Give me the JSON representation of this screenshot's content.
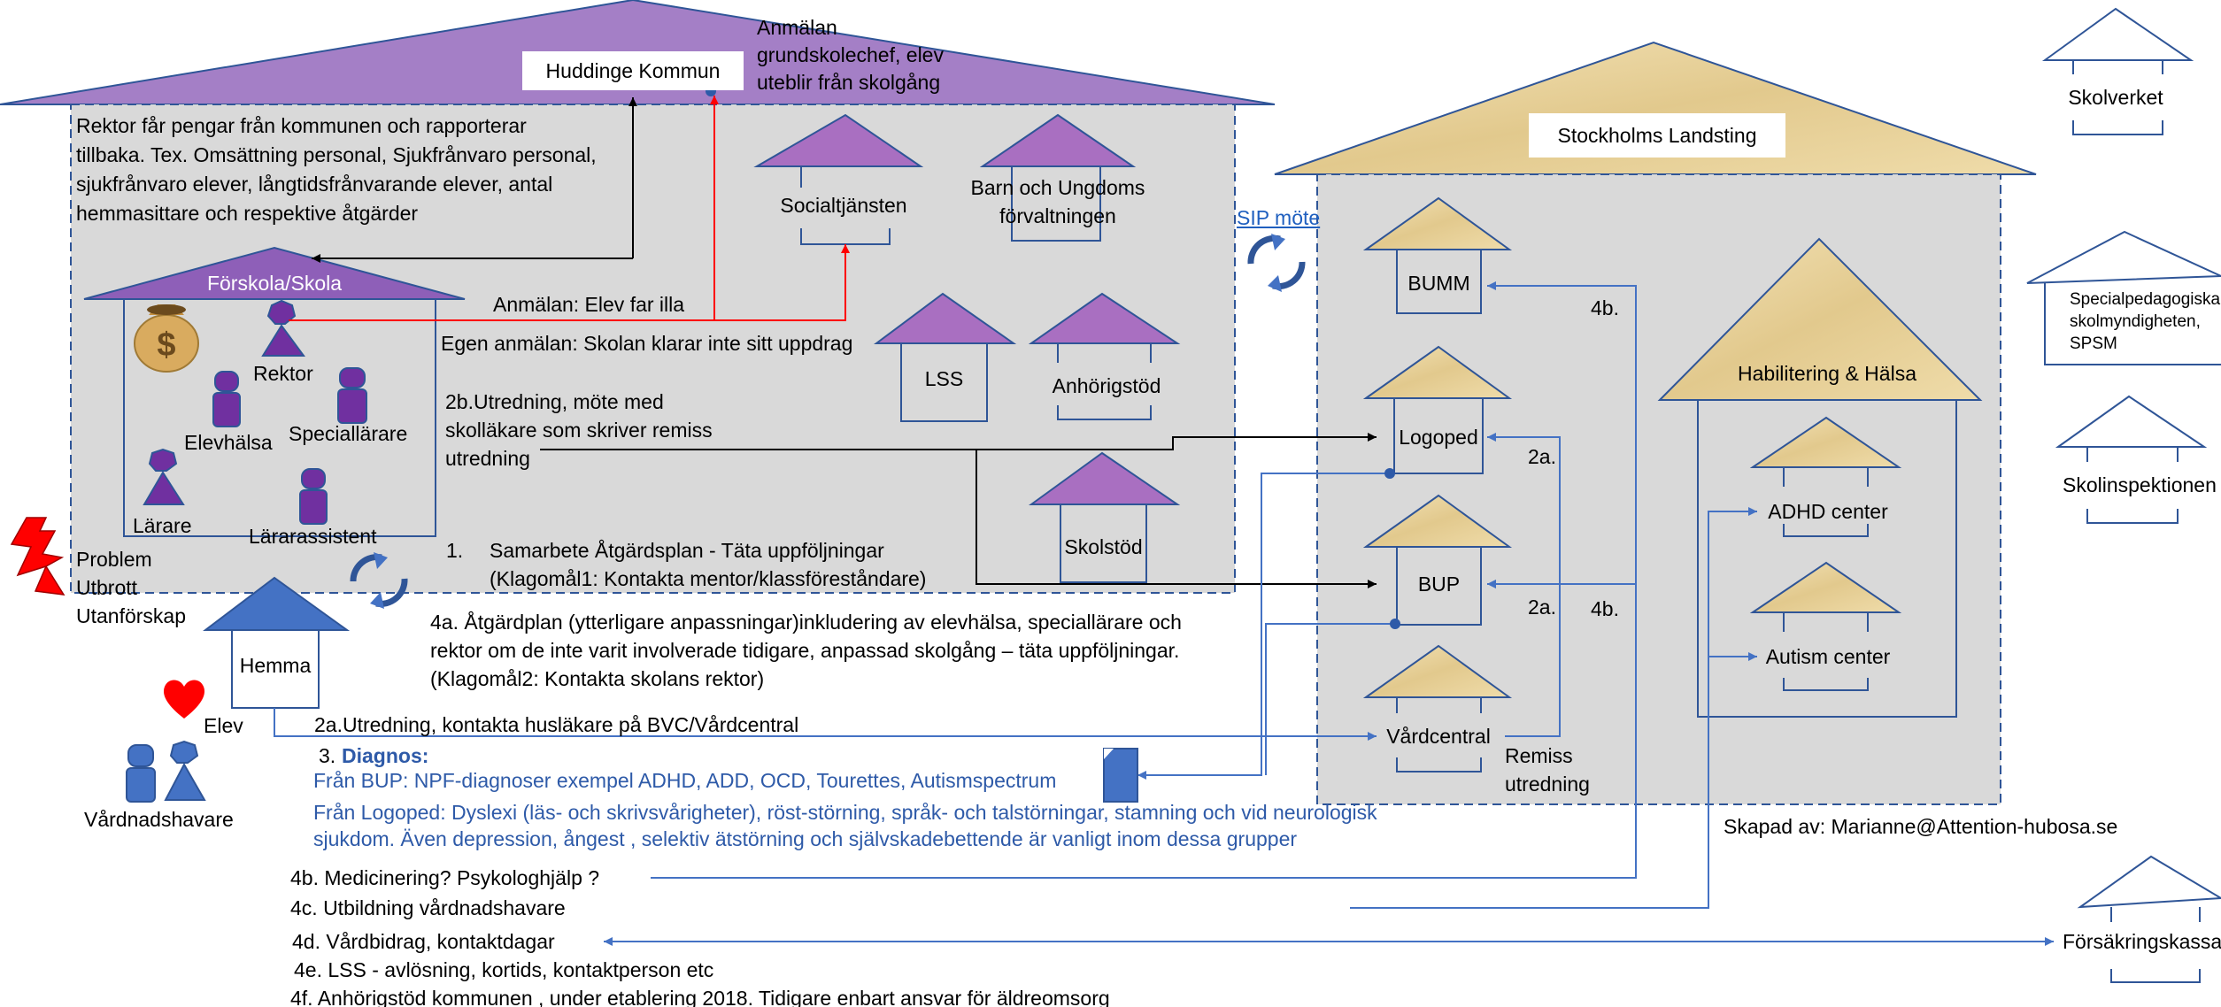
{
  "colors": {
    "purple": "#a47fc6",
    "purple_dark": "#7a4aa0",
    "blue": "#4472c4",
    "blue_dark": "#2f5597",
    "gray": "#d9d9d9",
    "sand": "#e9d5a3",
    "red": "#ff0000"
  },
  "kommun": {
    "title": "Huddinge Kommun",
    "anmalan_top": "Anmälan grundskolechef, elev uteblir från skolgång",
    "rektor_report": "Rektor får pengar från kommunen och rapporterar tillbaka. Tex. Omsättning personal, Sjukfrånvaro personal, sjukfrånvaro elever, långtidsfrånvarande elever, antal hemmasittare och respektive åtgärder",
    "socialtjansten": "Socialtjänsten",
    "barn_ungdom": "Barn och Ungdoms förvaltningen",
    "lss": "LSS",
    "anhorigstod": "Anhörigstöd",
    "skolstod": "Skolstöd",
    "anmalan_illa": "Anmälan: Elev far illa",
    "egen_anmalan": "Egen anmälan: Skolan klarar inte sitt uppdrag",
    "utredning_2b": "2b.Utredning, möte med skolläkare som skriver remiss utredning",
    "samarbete_num": "1.",
    "samarbete": "Samarbete  Åtgärdsplan - Täta uppföljningar",
    "klagomal1": "(Klagomål1: Kontakta  mentor/klassföreståndare)"
  },
  "skola": {
    "title": "Förskola/Skola",
    "rektor": "Rektor",
    "elevhalsa": "Elevhälsa",
    "speciallarare": "Speciallärare",
    "larare": "Lärare",
    "lararassistent": "Lärarassistent"
  },
  "left": {
    "problem": "Problem",
    "utbrott": "Utbrott",
    "utanforskap": "Utanförskap",
    "hemma": "Hemma",
    "elev": "Elev",
    "vardnadshavare": "Vårdnadshavare"
  },
  "atgardsplan_4a": "4a. Åtgärdplan (ytterligare anpassningar)inkludering av elevhälsa, speciallärare och rektor om de inte varit involverade tidigare, anpassad skolgång – täta uppföljningar. (Klagomål2: Kontakta skolans rektor)",
  "utredning_2a": "2a.Utredning, kontakta husläkare på BVC/Vårdcentral",
  "diagnos": {
    "num": "3.",
    "title": "Diagnos:",
    "bup": "Från BUP: NPF-diagnoser exempel  ADHD, ADD, OCD, Tourettes, Autismspectrum",
    "logoped_1": "Från Logoped: Dyslexi (läs- och skrivsvårigheter), röst-störning, språk- och talstörningar, stamning och vid neurologisk",
    "logoped_2": "sjukdom. Även depression, ångest , selektiv ätstörning och självskadebettende är vanligt inom dessa grupper"
  },
  "bottom_list": [
    "4b. Medicinering? Psykologhjälp ?",
    "4c. Utbildning vårdnadshavare",
    "4d. Vårdbidrag, kontaktdagar",
    "4e. LSS -  avlösning, kortids, kontaktperson etc",
    "4f. Anhörigstöd kommunen , under etablering  2018. Tidigare enbart ansvar för äldreomsorg"
  ],
  "landsting": {
    "title": "Stockholms Landsting",
    "sip": "SIP möte",
    "bumm": "BUMM",
    "logoped": "Logoped",
    "bup": "BUP",
    "vardcentral": "Vårdcentral",
    "remiss": "Remiss utredning",
    "label_4b_top": "4b.",
    "label_2a_logoped": "2a.",
    "label_2a_bup": "2a.",
    "label_4b_bup": "4b.",
    "habilitering": "Habilitering & Hälsa",
    "adhd": "ADHD center",
    "autism": "Autism center",
    "skapad": "Skapad av: Marianne@Attention-hubosa.se"
  },
  "agencies": {
    "skolverket": "Skolverket",
    "spsm": "Specialpedagogiska skolmyndigheten, SPSM",
    "skolinspektionen": "Skolinspektionen",
    "forsakringskassan": "Försäkringskassan"
  }
}
